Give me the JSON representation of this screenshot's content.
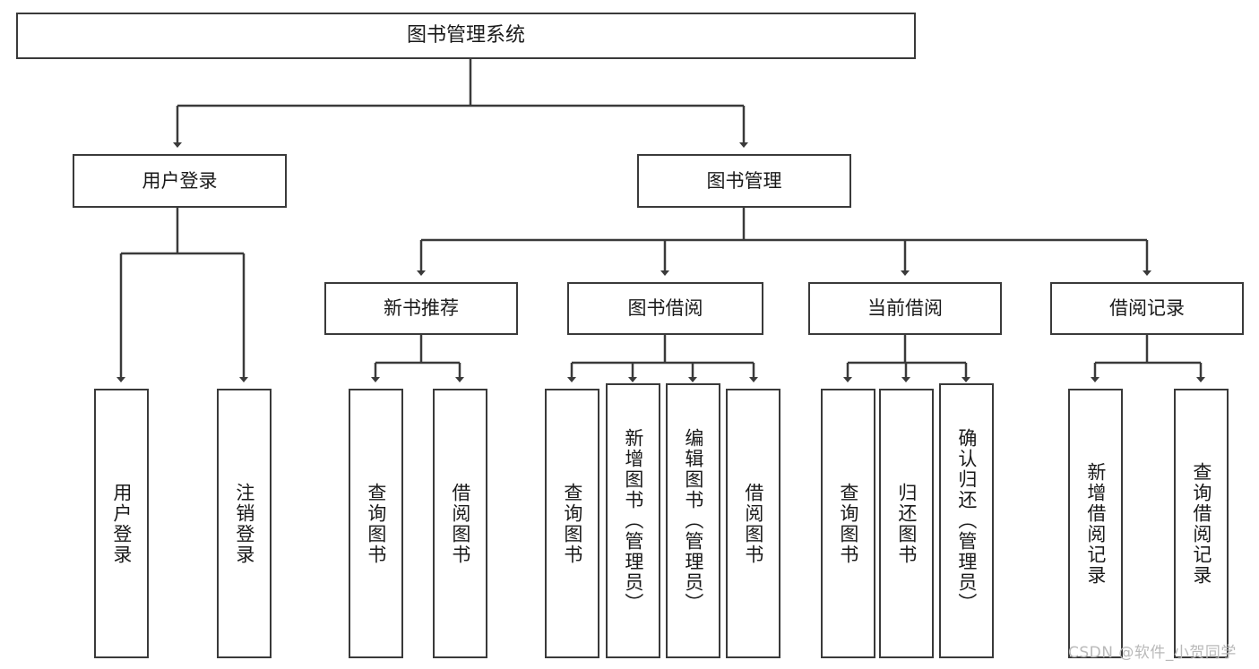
{
  "diagram": {
    "title": "图书管理系统",
    "type": "hierarchy-tree",
    "watermark": "CSDN @软件_小贺同学",
    "colors": {
      "stroke": "#3a3a3a",
      "fill": "#ffffff",
      "text": "#1a1a1a",
      "watermark": "#b9b9b9"
    },
    "root": {
      "label": "图书管理系统"
    },
    "level1": [
      {
        "label": "用户登录"
      },
      {
        "label": "图书管理"
      }
    ],
    "level2": [
      {
        "label": "新书推荐"
      },
      {
        "label": "图书借阅"
      },
      {
        "label": "当前借阅"
      },
      {
        "label": "借阅记录"
      }
    ],
    "leaves": {
      "user_login": [
        {
          "label": "用户登录"
        },
        {
          "label": "注销登录"
        }
      ],
      "new_book": [
        {
          "label": "查询图书"
        },
        {
          "label": "借阅图书"
        }
      ],
      "book_borrow": [
        {
          "label": "查询图书"
        },
        {
          "label": "新增图书（管理员）"
        },
        {
          "label": "编辑图书（管理员）"
        },
        {
          "label": "借阅图书"
        }
      ],
      "current_borrow": [
        {
          "label": "查询图书"
        },
        {
          "label": "归还图书"
        },
        {
          "label": "确认归还（管理员）"
        }
      ],
      "borrow_record": [
        {
          "label": "新增借阅记录"
        },
        {
          "label": "查询借阅记录"
        }
      ]
    }
  }
}
